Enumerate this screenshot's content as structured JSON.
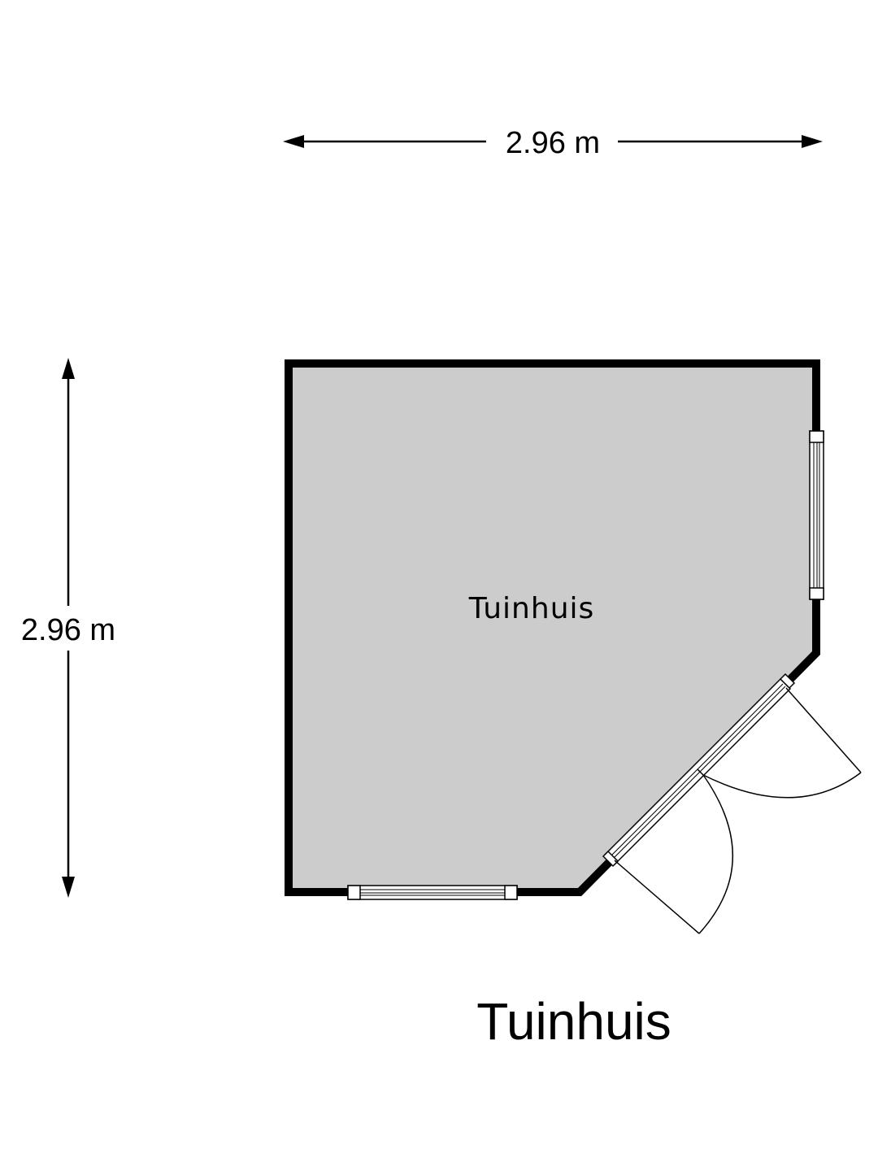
{
  "dimensions": {
    "width_label": "2.96 m",
    "depth_label": "2.96 m"
  },
  "room": {
    "name": "Tuinhuis",
    "fill_color": "#cccccc",
    "wall_color": "#000000"
  },
  "plan": {
    "title": "Tuinhuis"
  }
}
